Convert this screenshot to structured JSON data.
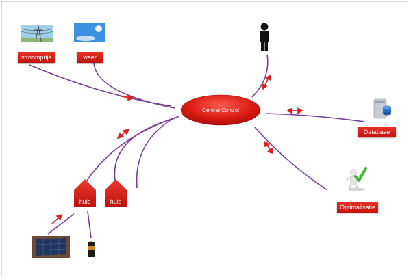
{
  "center": {
    "label": "Central Control"
  },
  "nodes": {
    "stroomprijs": "stroomprijs",
    "weer": "weer",
    "database": "Database",
    "optimalisatie": "Optimalisatie",
    "huis1": "huis",
    "huis2": "huis",
    "more": "..."
  },
  "icons": {
    "power_lines": "power-lines-icon",
    "sky": "sky-icon",
    "person": "person-icon",
    "database": "database-server-icon",
    "checkmark_figure": "checkmark-figure-icon",
    "solar_panel": "solar-panel-icon",
    "battery": "battery-icon"
  },
  "colors": {
    "node_red": "#d41f1a",
    "connector_purple": "#7a3e96",
    "arrow_red": "#d9241c"
  }
}
